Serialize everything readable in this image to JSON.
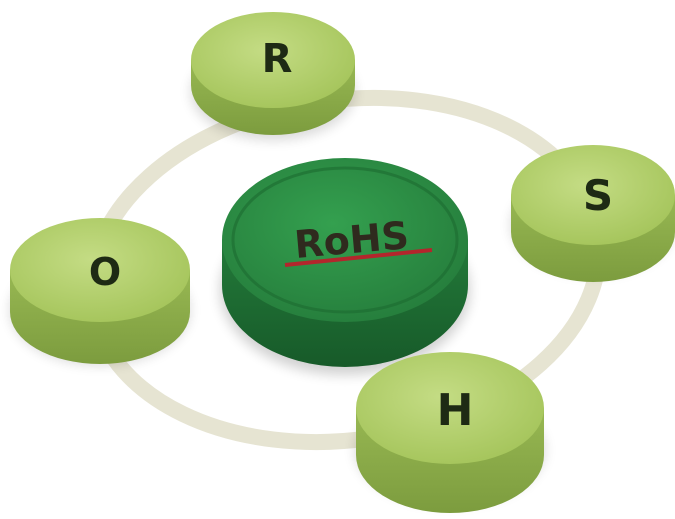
{
  "diagram": {
    "center_label": "RoHS",
    "nodes": [
      {
        "id": "r",
        "letter": "R"
      },
      {
        "id": "s",
        "letter": "S"
      },
      {
        "id": "h",
        "letter": "H"
      },
      {
        "id": "o",
        "letter": "O"
      }
    ],
    "colors": {
      "ring": "#e8e6d6",
      "disc_top": "#b3cf6b",
      "disc_side": "#8fb04d",
      "center_top": "#2e8e45",
      "center_side": "#1f6e33",
      "underline": "#b3262c",
      "letter": "#1e2a14"
    }
  }
}
